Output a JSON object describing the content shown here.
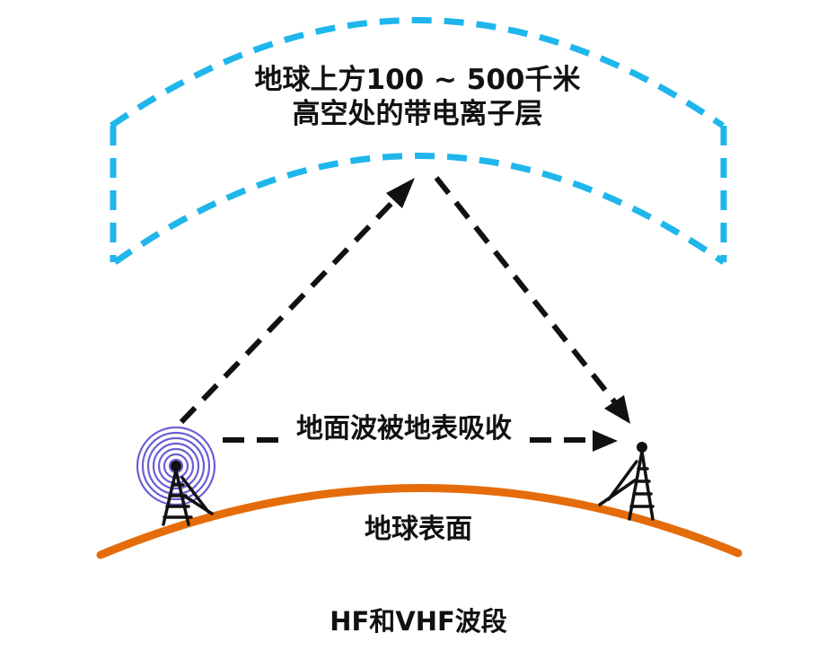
{
  "ionosphere": {
    "line1": "地球上方100 ~ 500千米",
    "line2": "高空处的带电离子层"
  },
  "ground_wave_label": "地面波被地表吸收",
  "earth_surface_label": "地球表面",
  "caption": "HF和VHF波段",
  "colors": {
    "ionosphere": "#1fb6ec",
    "earth_surface": "#e46c0a",
    "arrows": "#111111",
    "radio_waves": "#6b5fd3"
  },
  "icons": [
    "transmitting-tower-icon",
    "receiving-tower-icon",
    "radio-waves-icon"
  ]
}
